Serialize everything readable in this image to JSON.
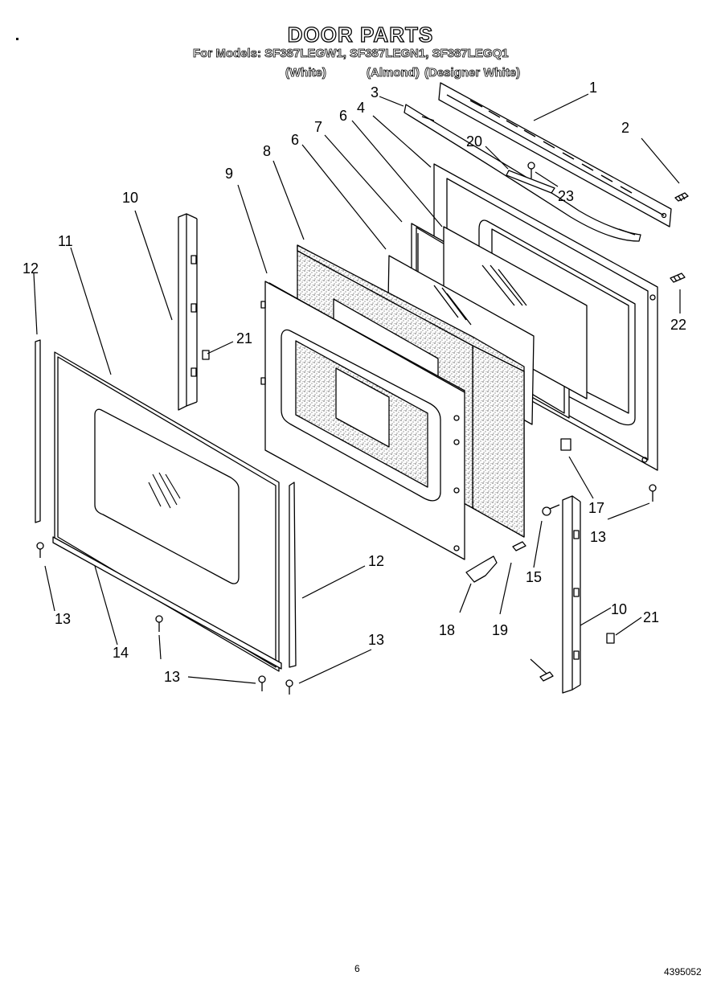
{
  "header": {
    "title": "DOOR PARTS",
    "models_line": "For Models: SF387LEGW1, SF387LEGN1, SF387LEGQ1",
    "variants": [
      "(White)",
      "(Almond)",
      "(Designer White)"
    ]
  },
  "callouts": [
    "1",
    "2",
    "3",
    "4",
    "6",
    "7",
    "8",
    "6",
    "9",
    "10",
    "11",
    "12",
    "21",
    "20",
    "23",
    "22",
    "17",
    "13",
    "15",
    "10",
    "21",
    "18",
    "19",
    "12",
    "13",
    "14",
    "13",
    "13"
  ],
  "footer": {
    "page_number": "6",
    "part_number": "4395052"
  }
}
